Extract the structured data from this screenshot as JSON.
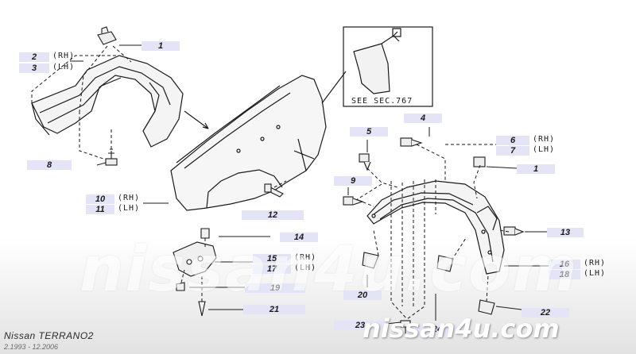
{
  "callouts": [
    {
      "id": "c1a",
      "number": "1"
    },
    {
      "id": "c2",
      "number": "2",
      "side": "(RH)"
    },
    {
      "id": "c3",
      "number": "3",
      "side": "(LH)"
    },
    {
      "id": "c8",
      "number": "8"
    },
    {
      "id": "c10",
      "number": "10",
      "side": "(RH)"
    },
    {
      "id": "c11",
      "number": "11",
      "side": "(LH)"
    },
    {
      "id": "c12",
      "number": "12"
    },
    {
      "id": "c14",
      "number": "14"
    },
    {
      "id": "c15",
      "number": "15",
      "side": "(RH)"
    },
    {
      "id": "c17",
      "number": "17",
      "side": "(LH)"
    },
    {
      "id": "c19",
      "number": "19"
    },
    {
      "id": "c21",
      "number": "21"
    },
    {
      "id": "c4",
      "number": "4"
    },
    {
      "id": "c5",
      "number": "5"
    },
    {
      "id": "c6",
      "number": "6",
      "side": "(RH)"
    },
    {
      "id": "c7",
      "number": "7",
      "side": "(LH)"
    },
    {
      "id": "c1b",
      "number": "1"
    },
    {
      "id": "c9",
      "number": "9"
    },
    {
      "id": "c13",
      "number": "13"
    },
    {
      "id": "c16",
      "number": "16",
      "side": "(RH)"
    },
    {
      "id": "c18",
      "number": "18",
      "side": "(LH)"
    },
    {
      "id": "c20",
      "number": "20"
    },
    {
      "id": "c22",
      "number": "22"
    },
    {
      "id": "c23",
      "number": "23"
    },
    {
      "id": "c24",
      "number": "24"
    }
  ],
  "reference_note": "SEE SEC.767",
  "watermark": "nissan4u.com",
  "watermark_brand": "nissan4u.com",
  "model": "Nissan TERRANO2",
  "years": "2.1993 - 12.2006",
  "colors": {
    "callout_bg": "#e4e4f6",
    "line": "#1a1a1a"
  }
}
